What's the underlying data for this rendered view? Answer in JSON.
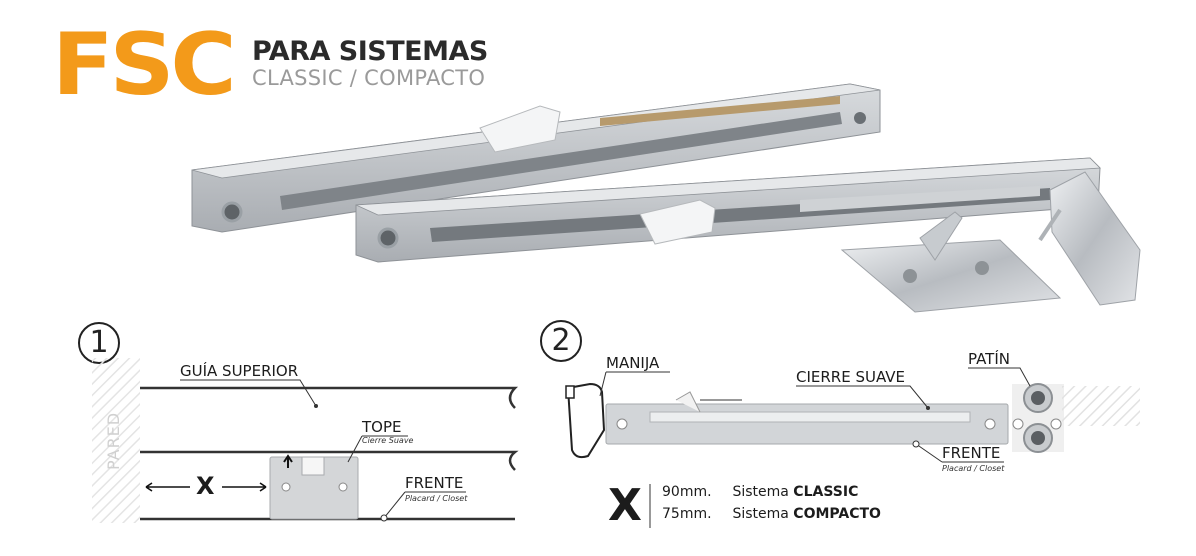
{
  "colors": {
    "brand_orange": "#f39a1a",
    "line": "#333333",
    "part_grey": "#b9bcc0",
    "metal": "#c9ccd0"
  },
  "header": {
    "logo": "FSC",
    "title": "PARA SISTEMAS",
    "subtitle": "CLASSIC / COMPACTO"
  },
  "diagram1": {
    "number": "1",
    "wall_label": "PARED",
    "guide_label": "GUÍA SUPERIOR",
    "stop_label": "TOPE",
    "stop_sub": "Cierre Suave",
    "front_label": "FRENTE",
    "front_sub": "Placard / Closet",
    "x_label": "X"
  },
  "diagram2": {
    "number": "2",
    "handle_label": "MANIJA",
    "soft_close_label": "CIERRE SUAVE",
    "skate_label": "PATÍN",
    "front_label": "FRENTE",
    "front_sub": "Placard / Closet"
  },
  "specs": {
    "x_label": "X",
    "rows": [
      {
        "value": "90mm.",
        "prefix": "Sistema",
        "system": "CLASSIC"
      },
      {
        "value": "75mm.",
        "prefix": "Sistema",
        "system": "COMPACTO"
      }
    ]
  }
}
